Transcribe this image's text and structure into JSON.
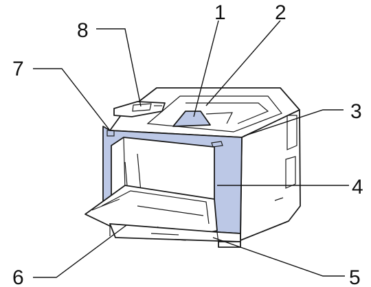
{
  "colors": {
    "body": "#ffffff",
    "highlight": "#bcc8e6",
    "outline": "#1a1a1a"
  },
  "callouts": [
    {
      "id": "1",
      "label": "1"
    },
    {
      "id": "2",
      "label": "2"
    },
    {
      "id": "3",
      "label": "3"
    },
    {
      "id": "4",
      "label": "4"
    },
    {
      "id": "5",
      "label": "5"
    },
    {
      "id": "6",
      "label": "6"
    },
    {
      "id": "7",
      "label": "7"
    },
    {
      "id": "8",
      "label": "8"
    }
  ]
}
